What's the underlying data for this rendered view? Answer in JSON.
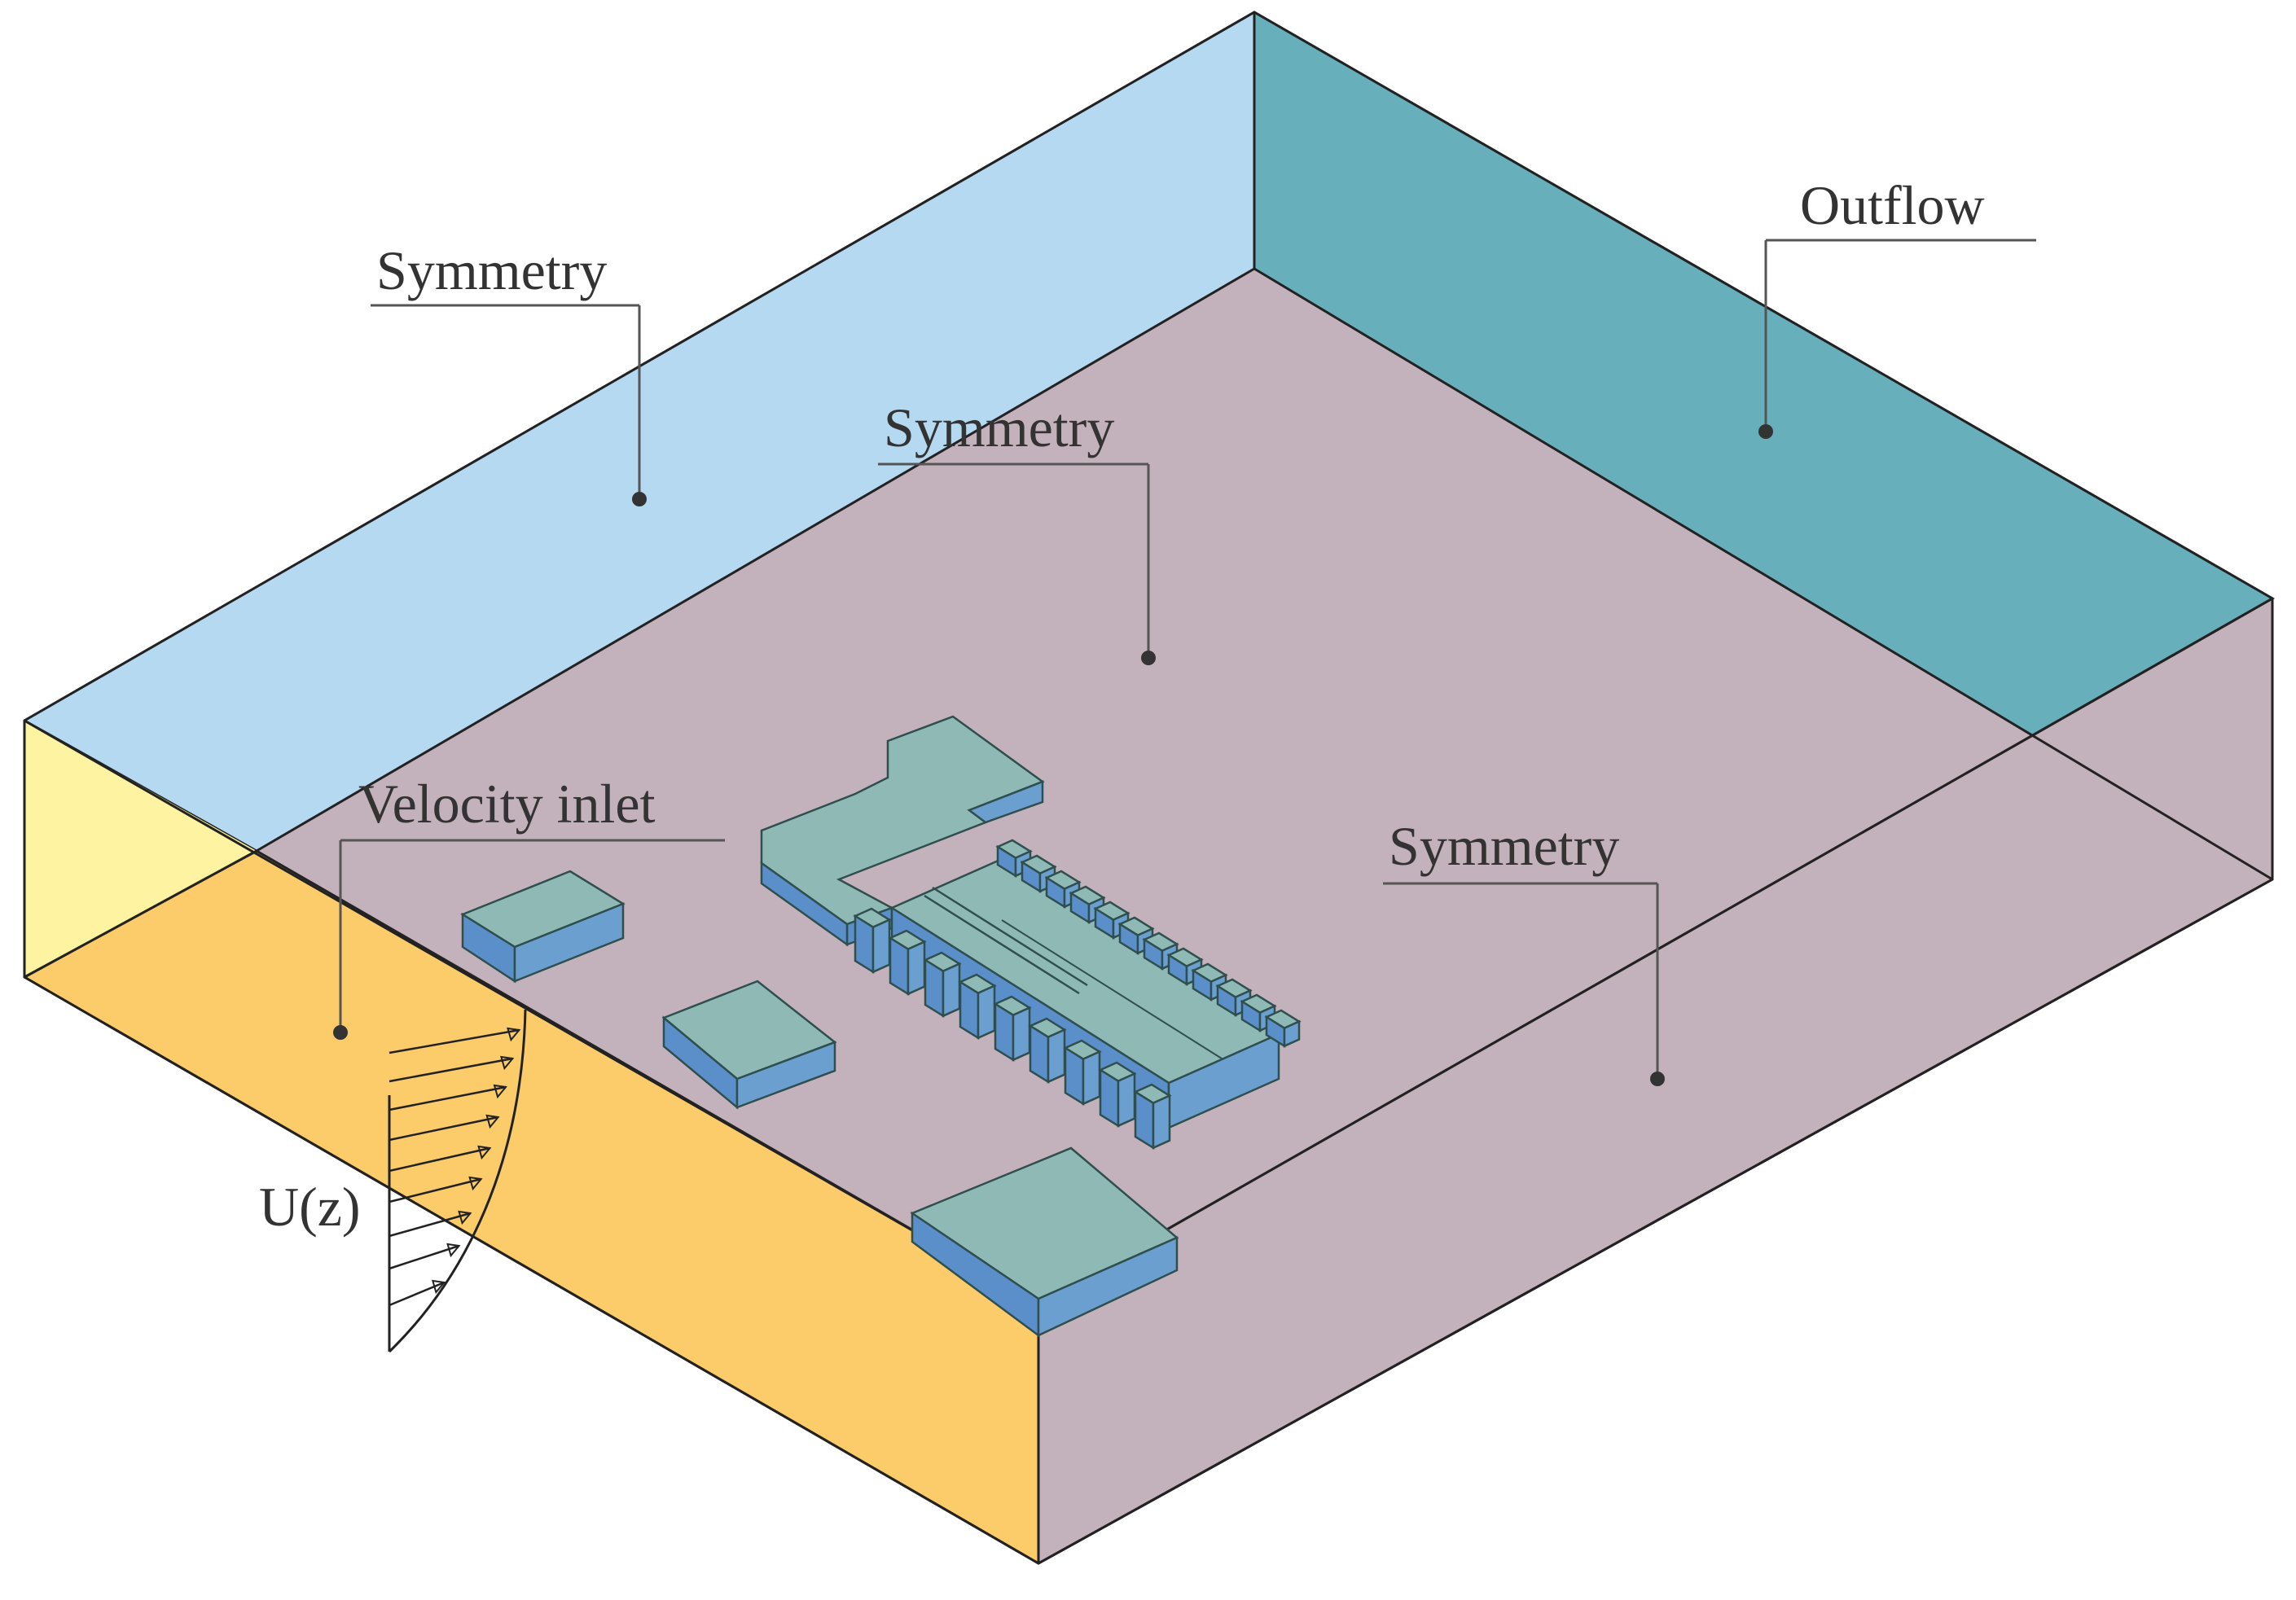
{
  "colors": {
    "symmetry_top": "#b5d9f0",
    "outflow": "#66afbb",
    "symmetry_side": "#c3b1bb",
    "inlet_yellow": "#fdf3a0",
    "inlet_orange": "#fccb6a",
    "building_top": "#8fb9b4",
    "building_side": "#5b8fc9"
  },
  "labels": {
    "symmetry_top": "Symmetry",
    "symmetry_center": "Symmetry",
    "symmetry_right": "Symmetry",
    "outflow": "Outflow",
    "velocity_inlet": "Velocity inlet",
    "velocity_profile": "U(z)"
  }
}
